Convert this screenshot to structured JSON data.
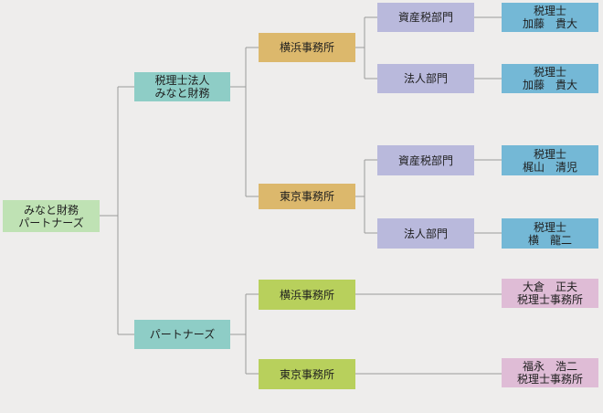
{
  "colors": {
    "background": "#eeedec",
    "connector": "#9a9a9a",
    "root": "#bfe2b4",
    "entity": "#8ecdc6",
    "office_top": "#dcb86c",
    "office_bottom": "#b8d05c",
    "department": "#b9b9dc",
    "person_blue": "#74b8d6",
    "person_pink": "#dfbcd6"
  },
  "root": {
    "lines": [
      "みなと財務",
      "パートナーズ"
    ]
  },
  "corp": {
    "lines": [
      "税理士法人",
      "みなと財務"
    ],
    "offices": [
      {
        "label": "横浜事務所",
        "departments": [
          {
            "label": "資産税部門",
            "person": [
              "税理士",
              "加藤　貴大"
            ]
          },
          {
            "label": "法人部門",
            "person": [
              "税理士",
              "加藤　貴大"
            ]
          }
        ]
      },
      {
        "label": "東京事務所",
        "departments": [
          {
            "label": "資産税部門",
            "person": [
              "税理士",
              "梶山　清児"
            ]
          },
          {
            "label": "法人部門",
            "person": [
              "税理士",
              "横　龍二"
            ]
          }
        ]
      }
    ]
  },
  "partners": {
    "label": "パートナーズ",
    "offices": [
      {
        "label": "横浜事務所",
        "person": [
          "大倉　正夫",
          "税理士事務所"
        ]
      },
      {
        "label": "東京事務所",
        "person": [
          "福永　浩二",
          "税理士事務所"
        ]
      }
    ]
  }
}
